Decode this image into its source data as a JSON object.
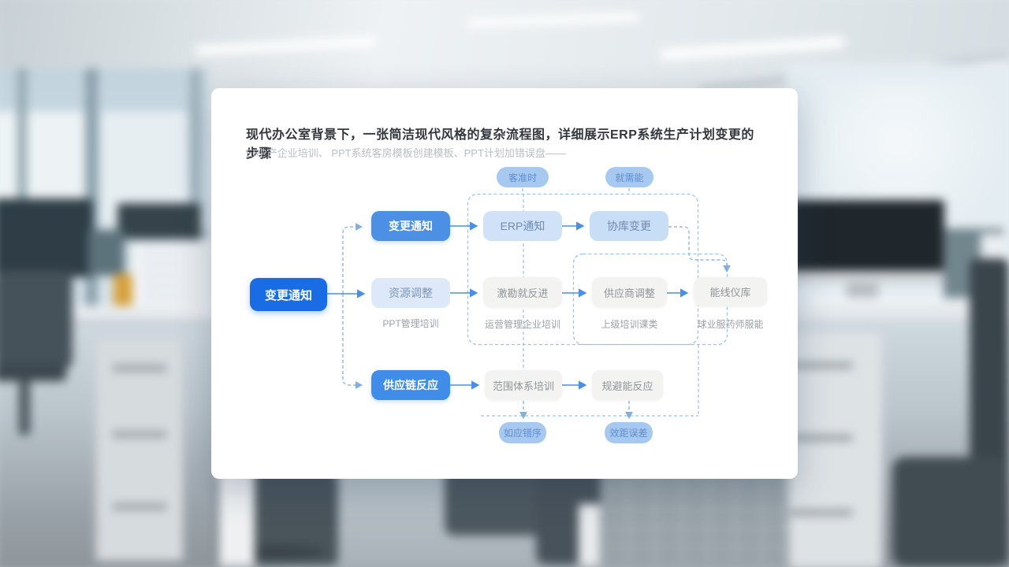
{
  "card": {
    "title": "现代办公室背景下，一张简洁现代风格的复杂流程图，详细展示ERP系统生产计划变更的步骤",
    "subtitle": "ERP产企业培训、 PPT系统客房模板创建模板、PPT计划加错误盘——"
  },
  "fc": {
    "root": {
      "label": "变更通知"
    },
    "branches": {
      "top": "变更通知",
      "mid": "资源调整",
      "mid_caption": "PPT管理培训",
      "bottom": "供应链反应"
    },
    "top_row": [
      {
        "label": "ERP通知"
      },
      {
        "label": "协库变更"
      }
    ],
    "mid_row": [
      {
        "label": "激勘就反进",
        "caption": "运营管理企业培训"
      },
      {
        "label": "供应商调整",
        "caption": "上级培训课类"
      },
      {
        "label": "能线仪库",
        "caption": "球业服药师服能"
      }
    ],
    "bottom_row": [
      {
        "label": "范围体系培训"
      },
      {
        "label": "规避能反应"
      }
    ],
    "top_badges": [
      {
        "label": "客准时"
      },
      {
        "label": "就需能"
      }
    ],
    "bottom_badges": [
      {
        "label": "如应错序"
      },
      {
        "label": "效距误差"
      }
    ],
    "colors": {
      "primary_node": "#1a6ce4",
      "blue_node": "#4b90e4",
      "light_blue_node": "#cfe2f8",
      "gray_node": "#f3f4f2",
      "badge": "#a7c8ef",
      "solid_connector": "#4a90e2",
      "dashed_connector": "#9fc2e8"
    }
  }
}
